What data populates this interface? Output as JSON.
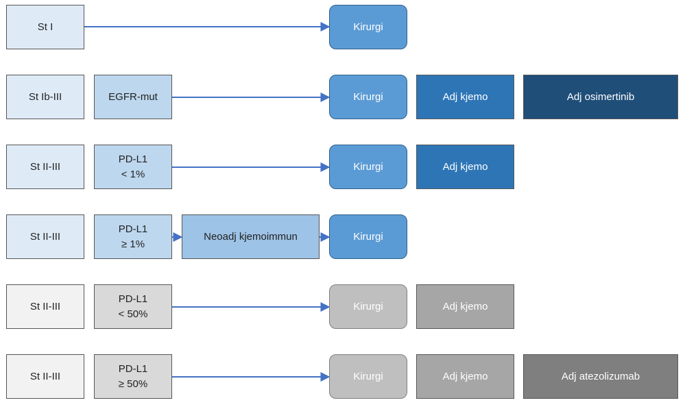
{
  "colors": {
    "arrow": "#4472c4"
  },
  "rows": [
    {
      "stage": "St I",
      "surgery": "Kirurgi"
    },
    {
      "stage": "St Ib-III",
      "marker": "EGFR-mut",
      "surgery": "Kirurgi",
      "adjuvant": "Adj kjemo",
      "adjuvant2": "Adj osimertinib"
    },
    {
      "stage": "St II-III",
      "marker": "PD-L1\n< 1%",
      "surgery": "Kirurgi",
      "adjuvant": "Adj kjemo"
    },
    {
      "stage": "St II-III",
      "marker": "PD-L1\n≥ 1%",
      "neoadjuvant": "Neoadj kjemoimmun",
      "surgery": "Kirurgi"
    },
    {
      "stage": "St II-III",
      "marker": "PD-L1\n< 50%",
      "surgery": "Kirurgi",
      "adjuvant": "Adj kjemo"
    },
    {
      "stage": "St II-III",
      "marker": "PD-L1\n≥ 50%",
      "surgery": "Kirurgi",
      "adjuvant": "Adj kjemo",
      "adjuvant2": "Adj atezolizumab"
    }
  ]
}
